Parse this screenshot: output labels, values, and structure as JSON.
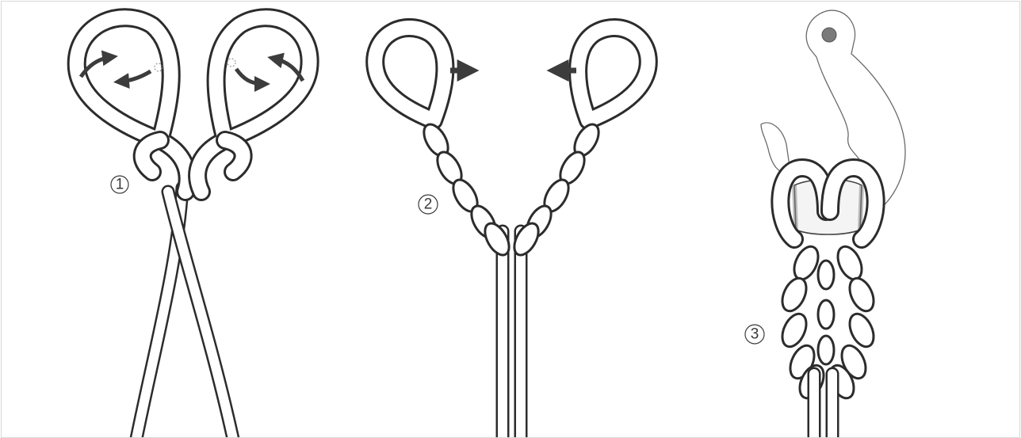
{
  "steps": [
    {
      "label": "1"
    },
    {
      "label": "2"
    },
    {
      "label": "3"
    }
  ],
  "colors": {
    "outline": "#2c2c2c",
    "rope_fill": "#ffffff",
    "arrow": "#3c3c3c",
    "hook_line": "#6a6a6a",
    "pin_fill": "#7a7a7a"
  },
  "icons": [
    "arrow-curved-icon",
    "arrow-right-icon",
    "arrow-left-icon",
    "hook-icon"
  ]
}
